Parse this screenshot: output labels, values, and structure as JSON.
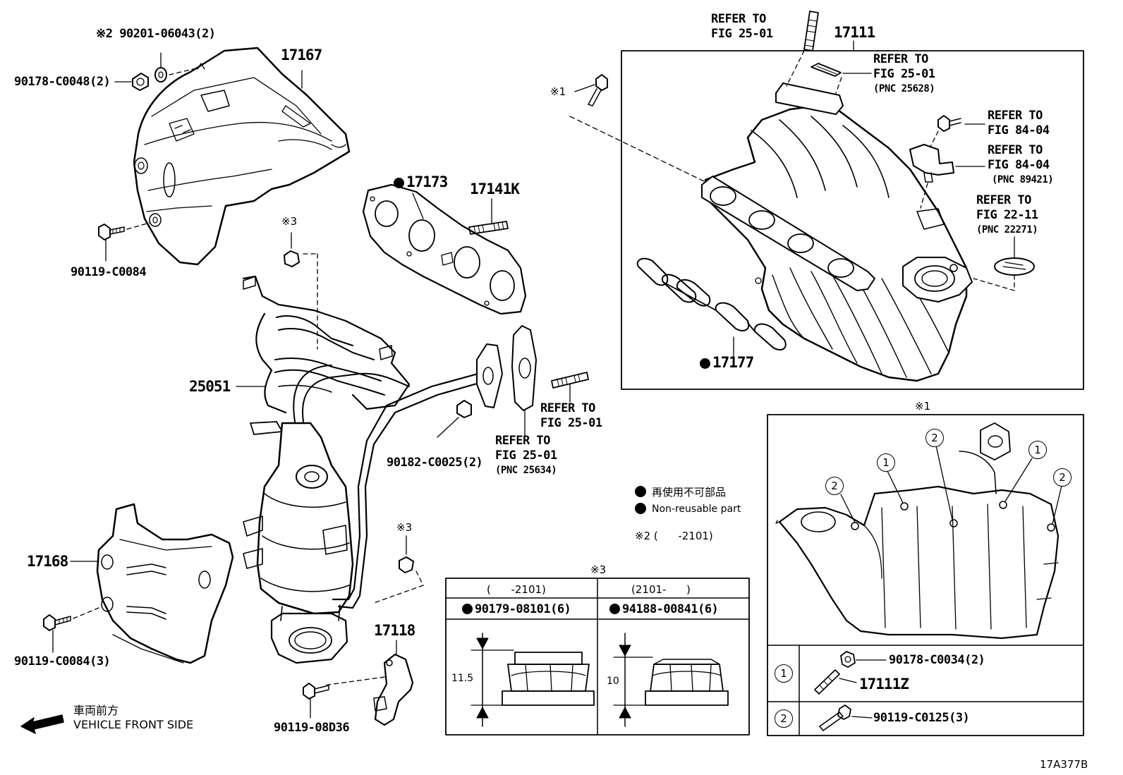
{
  "diagram_id": "17A377B",
  "parts": {
    "p17167": "17167",
    "p90201": "※2 90201-06043(2)",
    "p90178_48": "90178-C0048(2)",
    "p90119_c0084_top": "90119-C0084",
    "p17173": "17173",
    "p17141k": "17141K",
    "mark3_a": "※3",
    "mark3_b": "※3",
    "p25051": "25051",
    "p90182": "90182-C0025(2)",
    "p17168": "17168",
    "p90119_c0084_3": "90119-C0084(3)",
    "p17118": "17118",
    "p90119_08d36": "90119-08D36",
    "p17111": "17111",
    "mark1": "※1",
    "p17177": "17177"
  },
  "refs": {
    "fig25_top": {
      "line1": "REFER TO",
      "line2": "FIG 25-01"
    },
    "fig25_pnc25628": {
      "line1": "REFER TO",
      "line2": "FIG 25-01",
      "pnc": "(PNC 25628)"
    },
    "fig84_a": {
      "line1": "REFER TO",
      "line2": "FIG 84-04"
    },
    "fig84_b": {
      "line1": "REFER TO",
      "line2": "FIG 84-04",
      "pnc": "(PNC 89421)"
    },
    "fig22": {
      "line1": "REFER TO",
      "line2": "FIG 22-11",
      "pnc": "(PNC 22271)"
    },
    "fig25_mid": {
      "line1": "REFER TO",
      "line2": "FIG 25-01"
    },
    "fig25_pnc25634": {
      "line1": "REFER TO",
      "line2": "FIG 25-01",
      "pnc": "(PNC 25634)"
    }
  },
  "legend": {
    "non_reusable_jp": "再使用不可部品",
    "non_reusable_en": "Non-reusable part",
    "note2": "※2 (      -2101)"
  },
  "front": {
    "jp": "車両前方",
    "en": "VEHICLE FRONT SIDE"
  },
  "nut_table": {
    "title": "※3",
    "col1_header": "(      -2101)",
    "col2_header": "(2101-      )",
    "col1_part": "90179-08101(6)",
    "col2_part": "94188-00841(6)",
    "col1_dim": "11.5",
    "col2_dim": "10"
  },
  "detail1": {
    "title": "※1",
    "callout_1": "1",
    "callout_2": "2",
    "row1_index": "1",
    "row1_nut": "90178-C0034(2)",
    "row1_stud": "17111Z",
    "row2_index": "2",
    "row2_bolt": "90119-C0125(3)"
  }
}
